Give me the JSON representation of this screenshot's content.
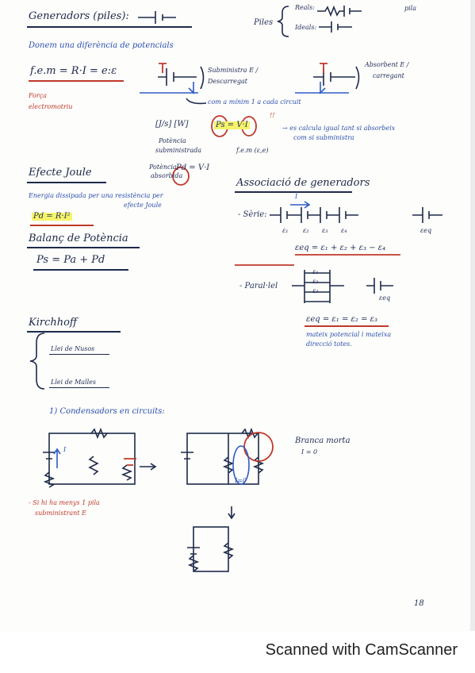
{
  "notes": {
    "generators_heading": "Generadors (piles):",
    "piles_label": "Piles",
    "piles_real": "Reals:",
    "piles_ideal": "Ideals:",
    "real_side": "pila",
    "potential_diff": "Donem una diferència de potencials",
    "emf_formula": "f.e.m = R·I = e:ε",
    "force_label_1": "Força",
    "force_label_2": "electromotriu",
    "supplies": "Subministra E /",
    "discharged": "Descarregat",
    "absorbs": "Absorbent E /",
    "charged": "carregant",
    "min_note": "com a mínim 1 a cada circuit",
    "units": "[J/s] [W]",
    "ps_formula": "Ps = V·I",
    "excl": "!!",
    "calc_note_1": "→ es calcula igual tant si absorbeix",
    "calc_note_2": "com si subministra",
    "pot_supplied_1": "Potència",
    "pot_supplied_2": "subministrada",
    "fem_label": "f.e.m (ε,e)",
    "pot_absorbed_1": "Potència",
    "pot_absorbed_2": "absorbida",
    "pd_formula": "Pd = V·I",
    "joule_heading": "Efecte Joule",
    "joule_desc": "Energia dissipada per una resistència per",
    "joule_desc_2": "efecte Joule",
    "joule_formula": "Pd = R·I²",
    "balance_heading": "Balanç de Potència",
    "balance_formula": "Ps = Pa + Pd",
    "assoc_heading": "Associació de generadors",
    "series_label": "- Sèrie:",
    "e1": "ε₁",
    "e2": "ε₂",
    "e3": "ε₃",
    "e4": "ε₄",
    "eeq": "εeq",
    "i_label": "I",
    "series_formula": "εeq = ε₁ + ε₂ + ε₃ − ε₄",
    "parallel_label": "- Paral·lel",
    "parallel_e1": "ε₁",
    "parallel_e2": "ε₂",
    "parallel_e3": "ε₃",
    "parallel_formula": "εeq = ε₁ = ε₂ = ε₃",
    "parallel_note_1": "mateix potencial i mateixa",
    "parallel_note_2": "direcció totes.",
    "kirchhoff_heading": "Kirchhoff",
    "law_nodes": "Llei de Nusos",
    "law_meshes": "Llei de Malles",
    "cap_heading": "1) Condensadors en circuits:",
    "cap_note_1": "- Si hi ha menys 1 pila",
    "cap_note_2": "subministrant E",
    "branch_dead": "Branca morta",
    "i_zero": "I = 0",
    "i_zero_loop": "I=0",
    "page_number": "18"
  },
  "footer": {
    "scanner_text": "Scanned with CamScanner"
  },
  "colors": {
    "ink": "#1d2a4a",
    "blue": "#2e5bc9",
    "red": "#c0392b",
    "highlight": "#f6f36a"
  }
}
